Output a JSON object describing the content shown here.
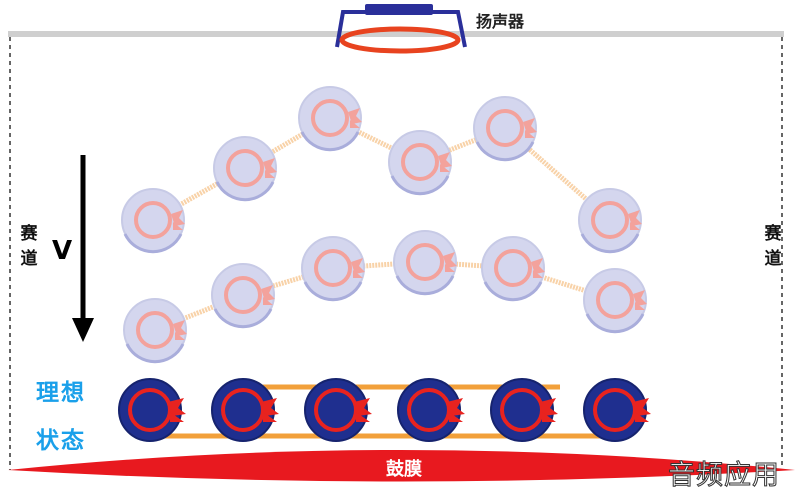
{
  "labels": {
    "speaker": "扬声器",
    "track_left_1": "赛",
    "track_left_2": "道",
    "track_right_1": "赛",
    "track_right_2": "道",
    "velocity": "V",
    "ideal_1": "理想",
    "ideal_2": "状态",
    "eardrum": "鼓膜",
    "watermark": "音频应用"
  },
  "colors": {
    "accent_blue": "#1aa0ea",
    "runner_navy": "#1f2f8f",
    "runner_faded": "#d4d6ee",
    "ring_red": "#e8231f",
    "rope_orange": "#f2a03a",
    "drum_red": "#e8191f"
  }
}
